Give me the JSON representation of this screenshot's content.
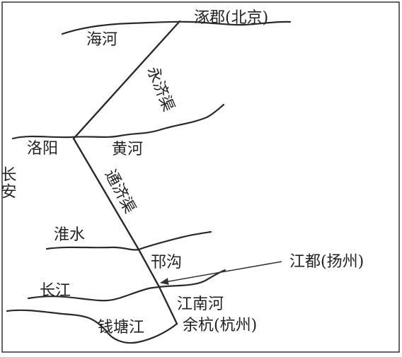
{
  "places": {
    "zhuojun": "涿郡(北京)",
    "luoyang": "洛阳",
    "changan": "长安",
    "jiangdu": "江都(扬州)",
    "yuhang": "余杭(杭州)"
  },
  "rivers": {
    "haihe": "海河",
    "huanghe": "黄河",
    "huaishui": "淮水",
    "changjiang": "长江",
    "qiantangjiang": "钱塘江"
  },
  "canals": {
    "yongjiqu": "永济渠",
    "tongjiqu": "通济渠",
    "hangou": "邗沟",
    "jiangnanhe": "江南河"
  }
}
